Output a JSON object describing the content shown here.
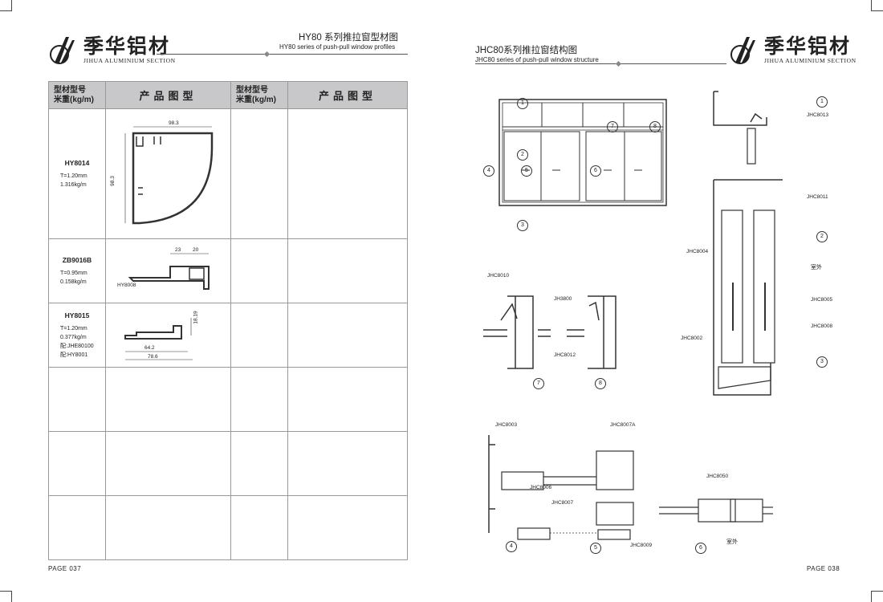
{
  "brand": {
    "name_cn": "季华铝材",
    "name_en": "JIHUA ALUMINIUM SECTION"
  },
  "left_page": {
    "title": "HY80 系列推拉窗型材图",
    "subtitle": "HY80 series of push-pull window profiles",
    "page_number": "PAGE 037",
    "table_header": {
      "model_line1": "型材型号",
      "model_line2": "米重(kg/m)",
      "figure": "产品图型"
    },
    "profiles": [
      {
        "code": "HY8014",
        "thickness": "T=1.20mm",
        "weight": "1.316kg/m",
        "dim_width": "98.3",
        "dim_height": "98.3"
      },
      {
        "code": "ZB9016B",
        "thickness": "T=0.95mm",
        "weight": "0.158kg/m",
        "dim_a": "23",
        "dim_b": "20",
        "ref": "HY8008"
      },
      {
        "code": "HY8015",
        "thickness": "T=1.20mm",
        "weight": "0.377kg/m",
        "match1": "配:JHE80100",
        "match2": "配:HY8001",
        "dim_inner": "64.2",
        "dim_outer": "78.6",
        "dim_side": "18.19"
      }
    ]
  },
  "right_page": {
    "title": "JHC80系列推拉窗结构图",
    "subtitle": "JHC80 series of push-pull window structure",
    "page_number": "PAGE 038",
    "window_callouts": [
      "1",
      "2",
      "3",
      "4",
      "5",
      "6",
      "7",
      "8"
    ],
    "section_labels": {
      "jhc8013": "JHC8013",
      "jhc8011": "JHC8011",
      "jhc8004": "JHC8004",
      "jhc8005": "JHC8005",
      "jhc8008": "JHC8008",
      "jhc8002": "JHC8002",
      "outdoor": "室外",
      "jhc8010": "JHC8010",
      "jh3800": "JH3800",
      "jhc8012": "JHC8012",
      "jhc8003": "JHC8003",
      "jhc8007a": "JHC8007A",
      "jhc8006": "JHC8006",
      "jhc8007": "JHC8007",
      "jhc8009": "JHC8009",
      "jhc8050": "JHC8050",
      "outdoor2": "室外"
    }
  }
}
